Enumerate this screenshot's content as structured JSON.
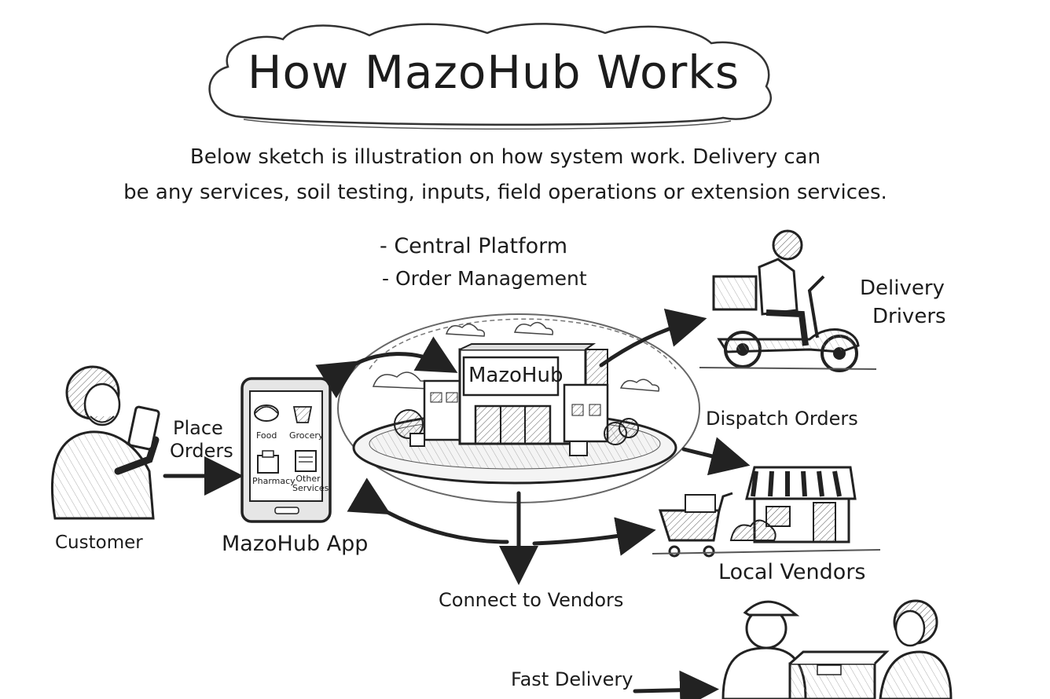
{
  "title": "How MazoHub Works",
  "subtitle_lines": [
    "Below sketch is illustration on how system work. Delivery can",
    "be any services, soil testing, inputs, field operations or extension services."
  ],
  "platform_notes": [
    "- Central Platform",
    "- Order Management"
  ],
  "hub_sign": "MazoHub",
  "customer": {
    "label": "Customer",
    "action_lines": [
      "Place",
      "Orders"
    ]
  },
  "app": {
    "label": "MazoHub App",
    "tiles": [
      "Food",
      "Grocery",
      "Pharmacy",
      "Other Services"
    ]
  },
  "drivers": {
    "label_lines": [
      "Delivery",
      "Drivers"
    ]
  },
  "dispatch": {
    "label": "Dispatch Orders"
  },
  "vendors": {
    "label": "Local Vendors"
  },
  "connect": {
    "label": "Connect to Vendors"
  },
  "fast_delivery": {
    "label": "Fast Delivery"
  }
}
